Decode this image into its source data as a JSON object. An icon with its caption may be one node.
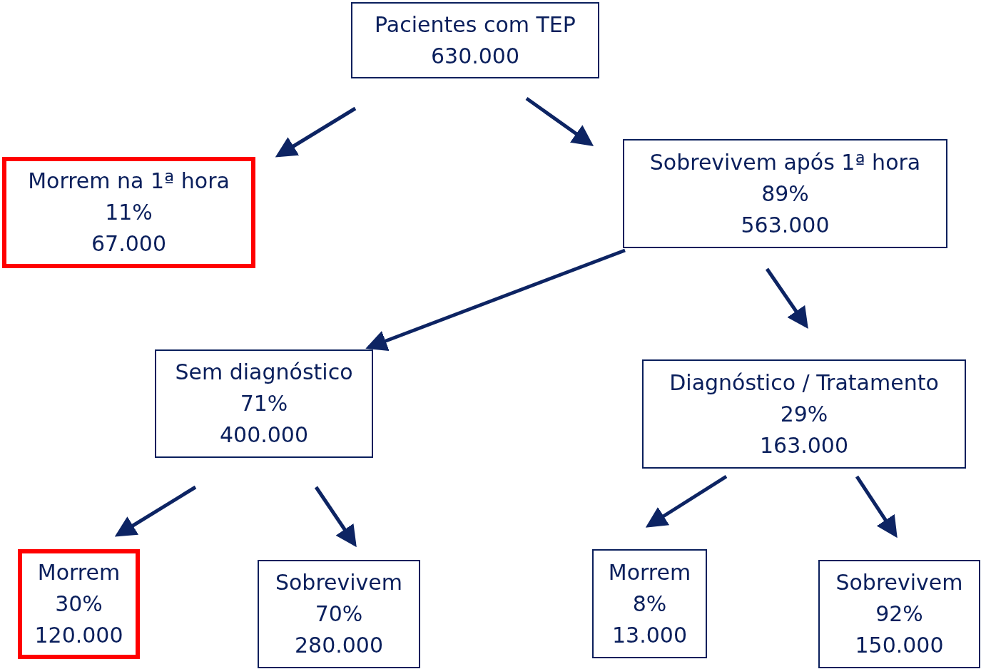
{
  "diagram": {
    "nodes": [
      {
        "text": [
          "Pacientes com TEP",
          "630.000"
        ]
      },
      {
        "text": [
          "Morrem na 1ª hora",
          "11%",
          "67.000"
        ]
      },
      {
        "text": [
          "Sobrevivem após 1ª hora",
          "89%",
          "563.000"
        ]
      },
      {
        "text": [
          "Sem diagnóstico",
          "71%",
          "400.000"
        ]
      },
      {
        "text": [
          "Diagnóstico / Tratamento",
          "29%",
          "163.000"
        ]
      },
      {
        "text": [
          "Morrem",
          "30%",
          "120.000"
        ]
      },
      {
        "text": [
          "Sobrevivem",
          "70%",
          "280.000"
        ]
      },
      {
        "text": [
          "Morrem",
          "8%",
          "13.000"
        ]
      },
      {
        "text": [
          "Sobrevivem",
          "92%",
          "150.000"
        ]
      }
    ],
    "edges": [
      {
        "from": 0,
        "to": 1,
        "arrow": "to"
      },
      {
        "from": 0,
        "to": 2,
        "arrow": "to"
      },
      {
        "from": 2,
        "to": 3,
        "arrow": "to"
      },
      {
        "from": 2,
        "to": 4,
        "arrow": "to"
      },
      {
        "from": 3,
        "to": 5,
        "arrow": "to"
      },
      {
        "from": 3,
        "to": 6,
        "arrow": "to"
      },
      {
        "from": 4,
        "to": 7,
        "arrow": "to"
      },
      {
        "from": 4,
        "to": 8,
        "arrow": "to"
      }
    ]
  }
}
